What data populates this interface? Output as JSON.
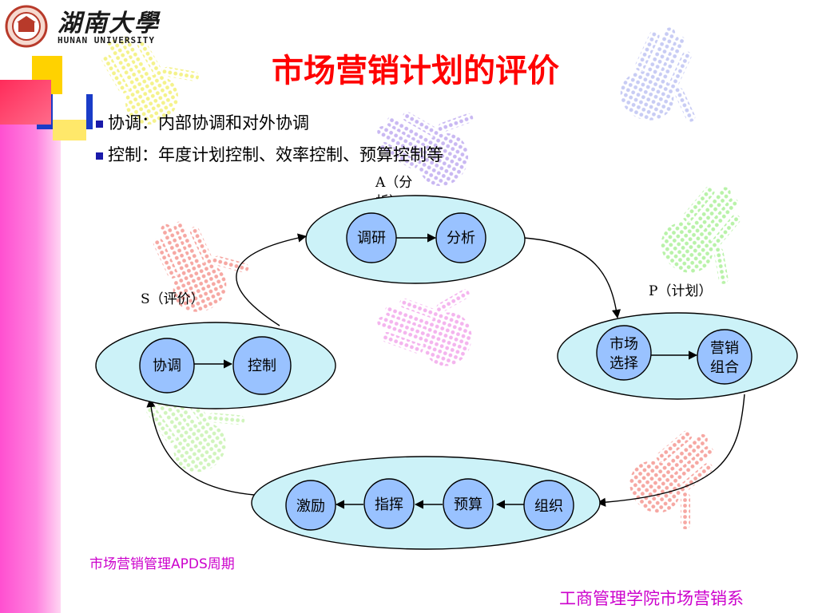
{
  "header": {
    "logo_name": "湖南大學",
    "logo_en": "HUNAN UNIVERSITY"
  },
  "title": "市场营销计划的评价",
  "bullets": [
    "协调：内部协调和对外协调",
    "控制：年度计划控制、效率控制、预算控制等"
  ],
  "diagram": {
    "stage_labels": {
      "a_line1": "A（分",
      "a_line2": "析）",
      "p": "P（计划）",
      "s": "S（评价）"
    },
    "top_nodes": [
      "调研",
      "分析"
    ],
    "right_nodes": [
      [
        "市场",
        "选择"
      ],
      [
        "营销",
        "组合"
      ]
    ],
    "bottom_nodes": [
      "激励",
      "指挥",
      "预算",
      "组织"
    ],
    "left_nodes": [
      "协调",
      "控制"
    ]
  },
  "footer": {
    "left": "市场营销管理APDS周期",
    "right": "工商管理学院市场营销系"
  },
  "colors": {
    "title": "#ff0000",
    "footer": "#cc00cc",
    "ellipse_fill": "#ccf2f8",
    "node_fill": "#99c2ff",
    "band_pink": "#ff4fd0"
  }
}
